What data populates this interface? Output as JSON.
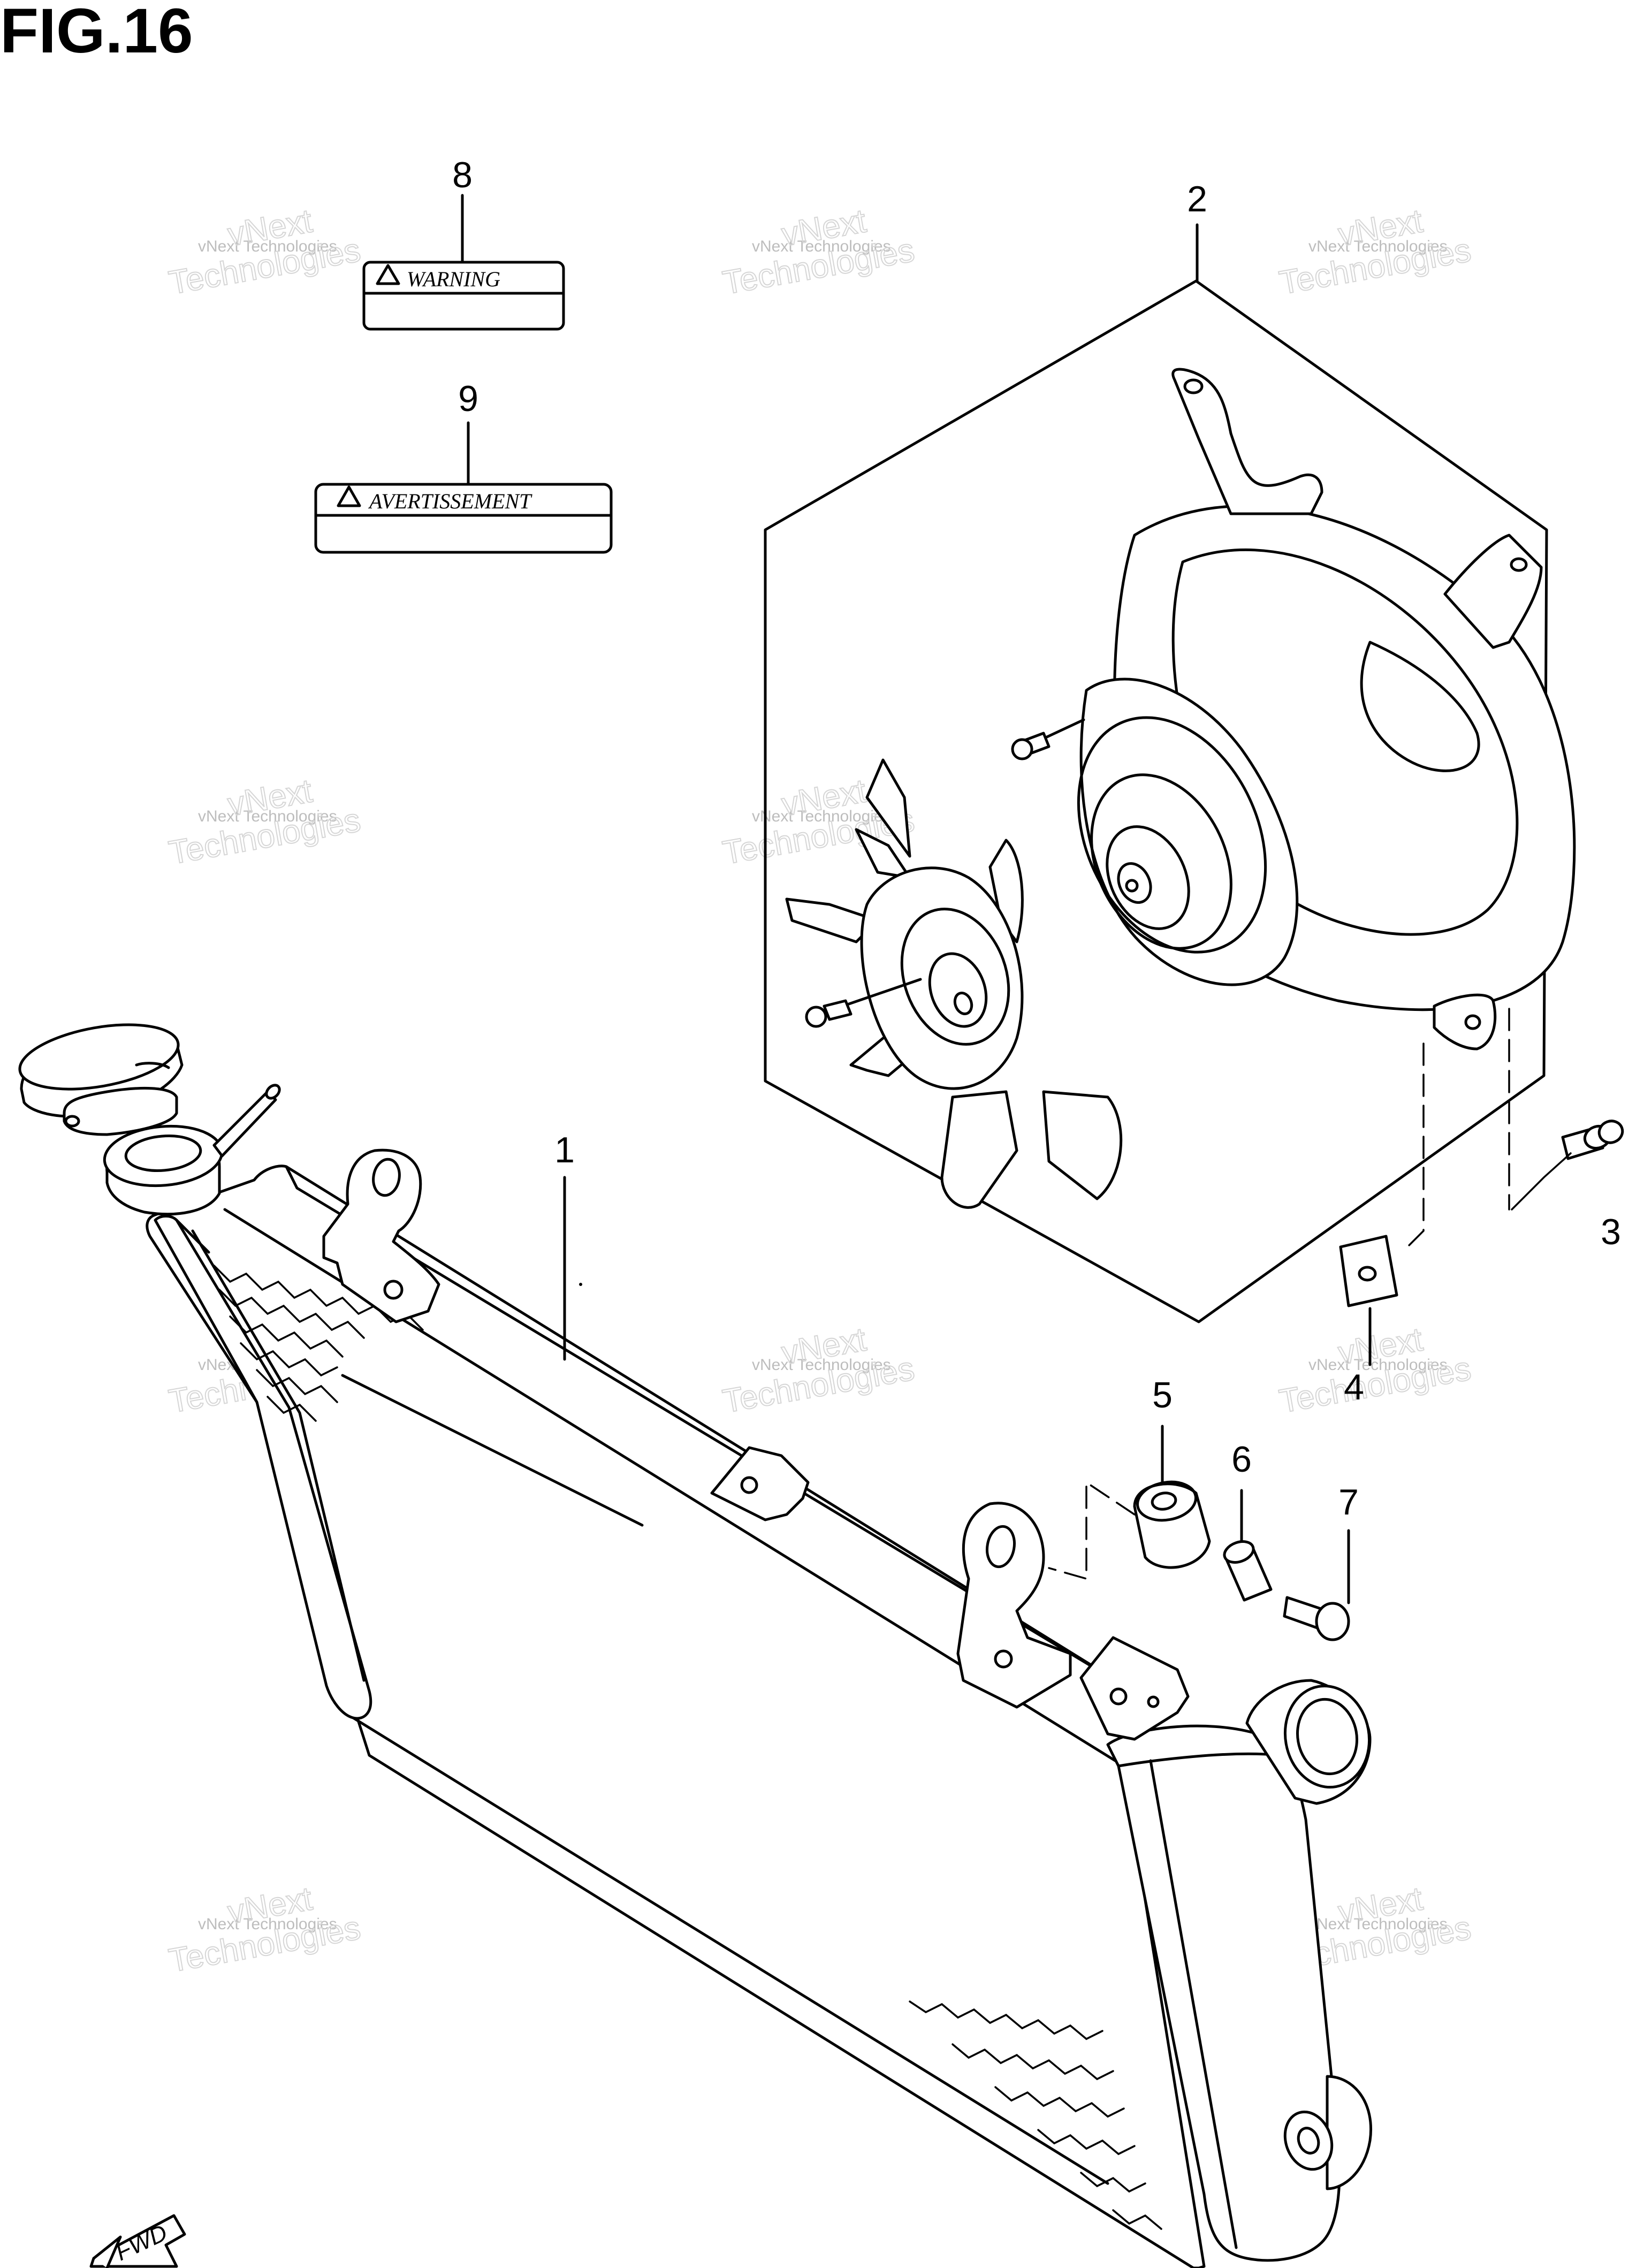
{
  "figure": {
    "title": "FIG.16"
  },
  "callouts": [
    {
      "id": "1",
      "text": "1"
    },
    {
      "id": "2",
      "text": "2"
    },
    {
      "id": "3",
      "text": "3"
    },
    {
      "id": "4",
      "text": "4"
    },
    {
      "id": "5",
      "text": "5"
    },
    {
      "id": "6",
      "text": "6"
    },
    {
      "id": "7",
      "text": "7"
    },
    {
      "id": "8",
      "text": "8"
    },
    {
      "id": "9",
      "text": "9"
    }
  ],
  "labels": {
    "warning_label_text": "WARNING",
    "avertissement_label_text": "AVERTISSEMENT"
  },
  "watermark": {
    "line1": "vNext Technologies",
    "line2": "vNext",
    "line3": "Technologies"
  },
  "direction_marker": {
    "text": "FWD"
  }
}
